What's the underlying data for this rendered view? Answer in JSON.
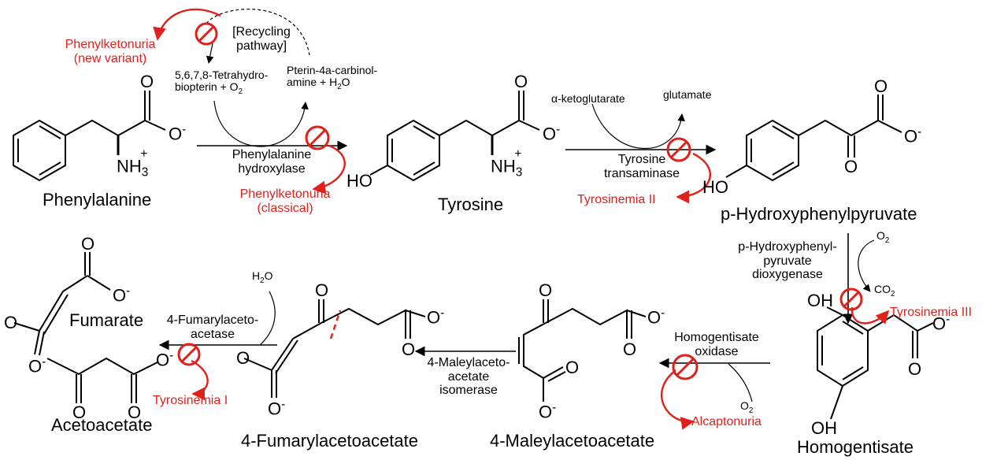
{
  "compounds": {
    "phenylalanine": "Phenylalanine",
    "tyrosine": "Tyrosine",
    "p_hydroxyphenylpyruvate": "p-Hydroxyphenylpyruvate",
    "homogentisate": "Homogentisate",
    "maleylacetoacetate": "4-Maleylacetoacetate",
    "fumarylacetoacetate": "4-Fumarylacetoacetate",
    "fumarate": "Fumarate",
    "acetoacetate": "Acetoacetate"
  },
  "enzymes": {
    "phenylalanine_hydroxylase": [
      "Phenylalanine",
      "hydroxylase"
    ],
    "tyrosine_transaminase": [
      "Tyrosine",
      "transaminase"
    ],
    "hpp_dioxygenase": [
      "p-Hydroxyphenyl-",
      "pyruvate",
      "dioxygenase"
    ],
    "homogentisate_oxidase": [
      "Homogentisate",
      "oxidase"
    ],
    "maleylacetoacetate_isomerase": [
      "4-Maleylaceto-",
      "acetate",
      "isomerase"
    ],
    "fumarylacetoacetase": [
      "4-Fumarylaceto-",
      "acetase"
    ]
  },
  "cofactors": {
    "recycling": [
      "[Recycling",
      "pathway]"
    ],
    "thb_line1": "5,6,7,8-Tetrahydro-",
    "thb_line2": "biopterin + O",
    "pterin_line1": "Pterin-4a-carbinol-",
    "pterin_line2": "amine + H",
    "pterin_line2_tail": "O",
    "alpha_kg": "α-ketoglutarate",
    "glutamate": "glutamate",
    "o2": "O",
    "co2": "CO",
    "h2o_h": "H",
    "h2o_o": "O",
    "sub2": "2"
  },
  "disorders": {
    "pku_new": [
      "Phenylketonuria",
      "(new variant)"
    ],
    "pku_classical": [
      "Phenylketonuria",
      "(classical)"
    ],
    "tyrosinemia_2": "Tyrosinemia II",
    "tyrosinemia_3": "Tyrosinemia III",
    "alcaptonuria": "Alcaptonuria",
    "tyrosinemia_1": "Tyrosinemia I"
  },
  "atoms": {
    "O": "O",
    "OH": "OH",
    "HO": "HO",
    "NH3": "NH",
    "three": "3",
    "plus": "+",
    "minus": "-"
  },
  "colors": {
    "inhibitor": "#e0201b",
    "structure": "#000000"
  }
}
